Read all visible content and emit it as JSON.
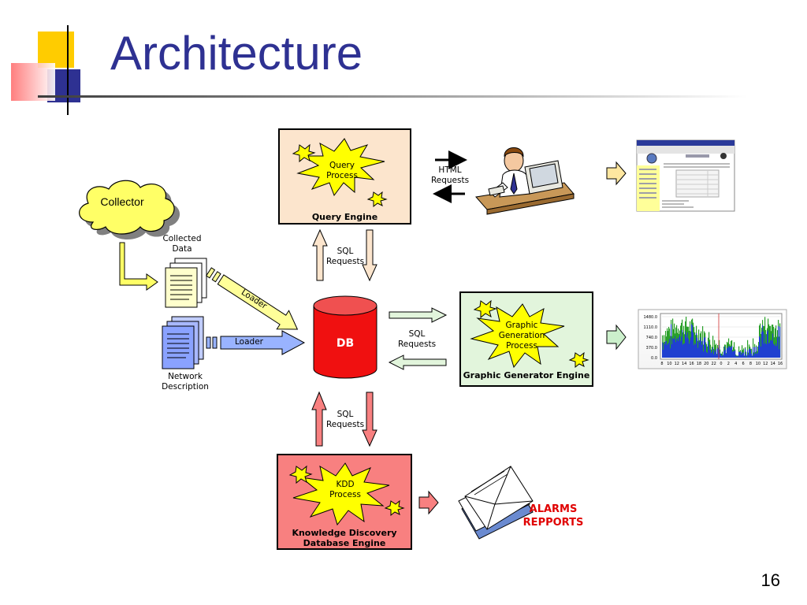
{
  "slide": {
    "title": "Architecture",
    "page_number": "16"
  },
  "nodes": {
    "collector": "Collector",
    "collected_data": "Collected Data",
    "network_description": "Network Description",
    "db": "DB",
    "query_process": "Query Process",
    "query_engine": "Query Engine",
    "graphic_process": "Graphic Generation Process",
    "graphic_engine": "Graphic Generator Engine",
    "kdd_process": "KDD Process",
    "kdd_engine": "Knowledge Discovery Database Engine",
    "alarms_reports": "ALARMS REPPORTS"
  },
  "edges": {
    "loader_collected": "Loader",
    "loader_network": "Loader",
    "sql_query": "SQL Requests",
    "sql_graphic": "SQL Requests",
    "sql_kdd": "SQL Requests",
    "html_requests": "HTML Requests"
  },
  "mini_chart": {
    "y_ticks": [
      "1480.0",
      "1110.0",
      "740.0",
      "370.0",
      "0.0"
    ],
    "x_ticks": [
      "8",
      "10",
      "12",
      "14",
      "16",
      "18",
      "20",
      "22",
      "0",
      "2",
      "4",
      "6",
      "8",
      "10",
      "12",
      "14",
      "16"
    ]
  },
  "colors": {
    "title": "#2e3192",
    "query_box": "#fce5cd",
    "graphic_box": "#e2f5dc",
    "kdd_box": "#f88080",
    "db": "#f01010",
    "star": "#ffff00",
    "loader_arrow": "#ffff99",
    "network_arrow": "#99b3ff"
  }
}
